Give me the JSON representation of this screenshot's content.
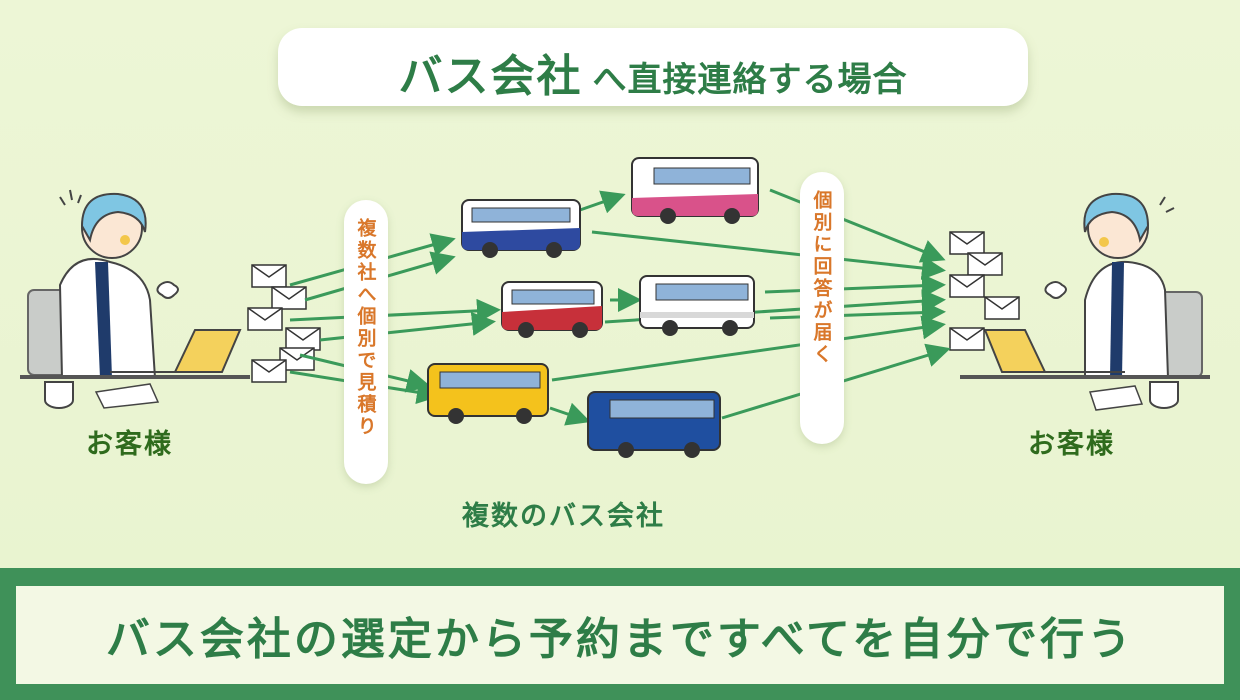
{
  "header": {
    "title_main": "バス会社",
    "title_sub": "へ直接連絡する場合"
  },
  "left_label": "お客様",
  "right_label": "お客様",
  "left_pill": "複数社へ個別で見積り",
  "right_pill": "個別に回答が届く",
  "companies_label": "複数のバス会社",
  "bottom_message": "バス会社の選定から予約まですべてを自分で行う",
  "colors": {
    "accent_green": "#2e7d47",
    "arrow_green": "#3a9a5a",
    "label_orange": "#d9772a",
    "background": "#edf6d6"
  },
  "buses": [
    {
      "name": "bus-blue-white",
      "colors": [
        "#ffffff",
        "#2e4aa0"
      ]
    },
    {
      "name": "bus-pink",
      "colors": [
        "#ffffff",
        "#d9528a"
      ]
    },
    {
      "name": "bus-red-white",
      "colors": [
        "#ffffff",
        "#c7303a"
      ]
    },
    {
      "name": "bus-white",
      "colors": [
        "#ffffff",
        "#d8d8d8"
      ]
    },
    {
      "name": "bus-yellow",
      "colors": [
        "#f4c21c",
        "#e0a800"
      ]
    },
    {
      "name": "bus-navy",
      "colors": [
        "#1f4fa0",
        "#1f4fa0"
      ]
    }
  ]
}
